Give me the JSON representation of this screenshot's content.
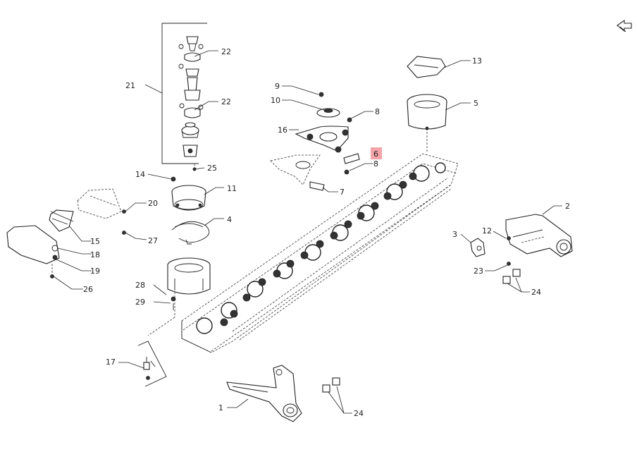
{
  "diagram": {
    "title": "Cutter bar assembly exploded parts diagram",
    "highlight_color": "#f4a3a8",
    "nav_icon": "return-arrow-icon",
    "callouts": [
      {
        "id": "c1",
        "label": "1"
      },
      {
        "id": "c2",
        "label": "2"
      },
      {
        "id": "c3",
        "label": "3"
      },
      {
        "id": "c4",
        "label": "4"
      },
      {
        "id": "c5",
        "label": "5"
      },
      {
        "id": "c6",
        "label": "6",
        "highlighted": true
      },
      {
        "id": "c7",
        "label": "7"
      },
      {
        "id": "c8a",
        "label": "8"
      },
      {
        "id": "c8b",
        "label": "8"
      },
      {
        "id": "c9",
        "label": "9"
      },
      {
        "id": "c10",
        "label": "10"
      },
      {
        "id": "c11",
        "label": "11"
      },
      {
        "id": "c12",
        "label": "12"
      },
      {
        "id": "c13",
        "label": "13"
      },
      {
        "id": "c14",
        "label": "14"
      },
      {
        "id": "c15",
        "label": "15"
      },
      {
        "id": "c16",
        "label": "16"
      },
      {
        "id": "c17",
        "label": "17"
      },
      {
        "id": "c18",
        "label": "18"
      },
      {
        "id": "c19",
        "label": "19"
      },
      {
        "id": "c20",
        "label": "20"
      },
      {
        "id": "c21",
        "label": "21"
      },
      {
        "id": "c22a",
        "label": "22"
      },
      {
        "id": "c22b",
        "label": "22"
      },
      {
        "id": "c23",
        "label": "23"
      },
      {
        "id": "c24a",
        "label": "24"
      },
      {
        "id": "c24b",
        "label": "24"
      },
      {
        "id": "c25",
        "label": "25"
      },
      {
        "id": "c26",
        "label": "26"
      },
      {
        "id": "c27",
        "label": "27"
      },
      {
        "id": "c28",
        "label": "28"
      },
      {
        "id": "c29",
        "label": "29"
      }
    ]
  }
}
